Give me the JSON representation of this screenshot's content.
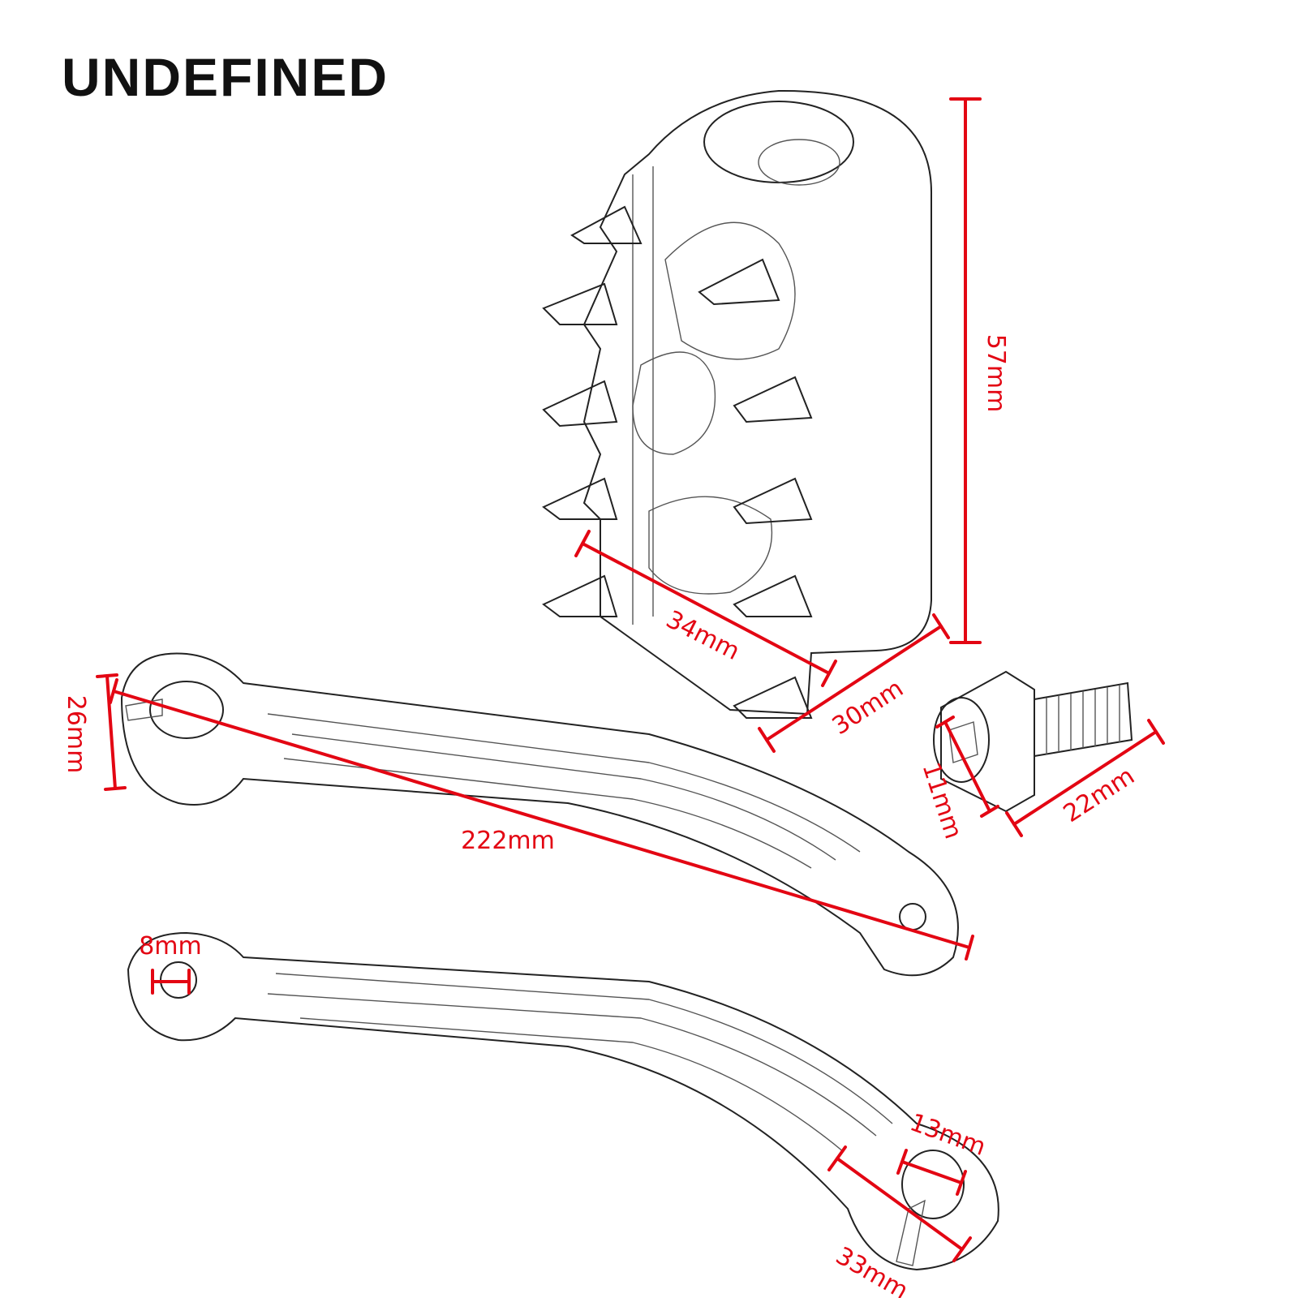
{
  "brand": "UNDEFINED",
  "colors": {
    "dimension": "#e30613",
    "outline": "#222222"
  },
  "dimensions": {
    "height_57": "57mm",
    "width_34": "34mm",
    "depth_30": "30mm",
    "lever_width_26": "26mm",
    "lever_length_222": "222mm",
    "bolt_diameter_11": "11mm",
    "bolt_length_22": "22mm",
    "hole_8": "8mm",
    "hole_13": "13mm",
    "end_33": "33mm"
  }
}
